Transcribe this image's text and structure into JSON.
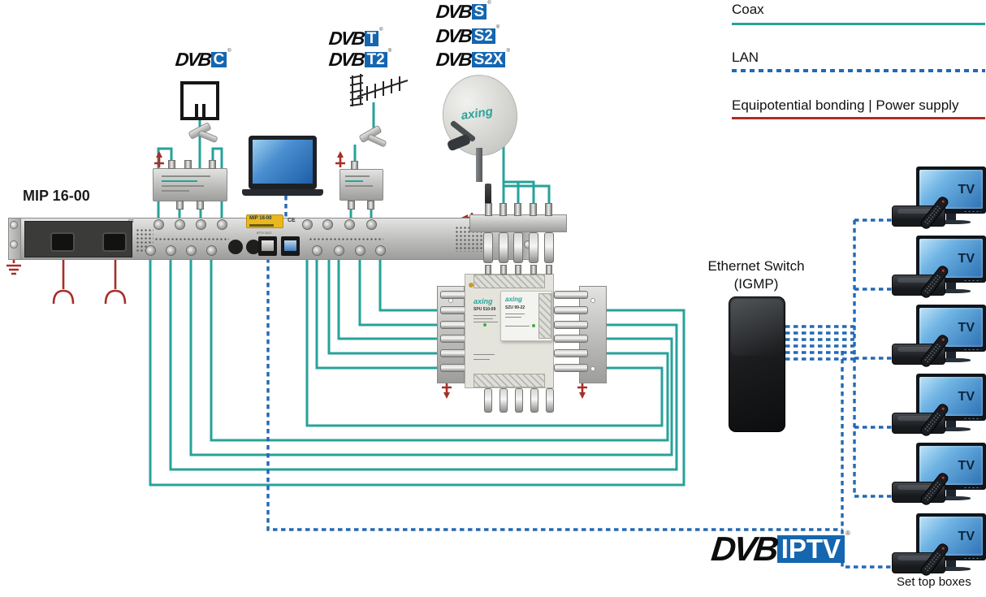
{
  "legend": {
    "items": [
      {
        "label": "Coax",
        "color": "#27a29a",
        "style": "solid"
      },
      {
        "label": "LAN",
        "color": "#2268b4",
        "style": "dashed"
      },
      {
        "label": "Equipotential bonding | Power supply",
        "color": "#a62f28",
        "style": "solid"
      }
    ]
  },
  "standards": {
    "registered": "®",
    "dvb_c": {
      "brand": "DVB",
      "variant": "C"
    },
    "dvb_t": {
      "brand": "DVB",
      "variant": "T"
    },
    "dvb_t2": {
      "brand": "DVB",
      "variant": "T2"
    },
    "dvb_s": {
      "brand": "DVB",
      "variant": "S"
    },
    "dvb_s2": {
      "brand": "DVB",
      "variant": "S2"
    },
    "dvb_s2x": {
      "brand": "DVB",
      "variant": "S2X"
    },
    "dvb_iptv": {
      "brand": "DVB",
      "variant": "IPTV"
    }
  },
  "headend": {
    "name": "MIP 16-00",
    "badge": "MIP 16-00",
    "ce": "CE",
    "port_label": "IPTV OUT"
  },
  "multiswitch": {
    "brand": "axing",
    "model": "SPU 510-09",
    "psu_brand": "axing",
    "psu_model": "SZU 99-22"
  },
  "dish": {
    "brand": "axing"
  },
  "network": {
    "switch_name": "Ethernet Switch",
    "switch_protocol": "(IGMP)"
  },
  "tv": {
    "label": "TV"
  },
  "footer": {
    "set_top_boxes": "Set top boxes"
  },
  "colors": {
    "coax": "#27a29a",
    "lan": "#2268b4",
    "power": "#a62f28",
    "dvb_blue": "#1566b0"
  }
}
